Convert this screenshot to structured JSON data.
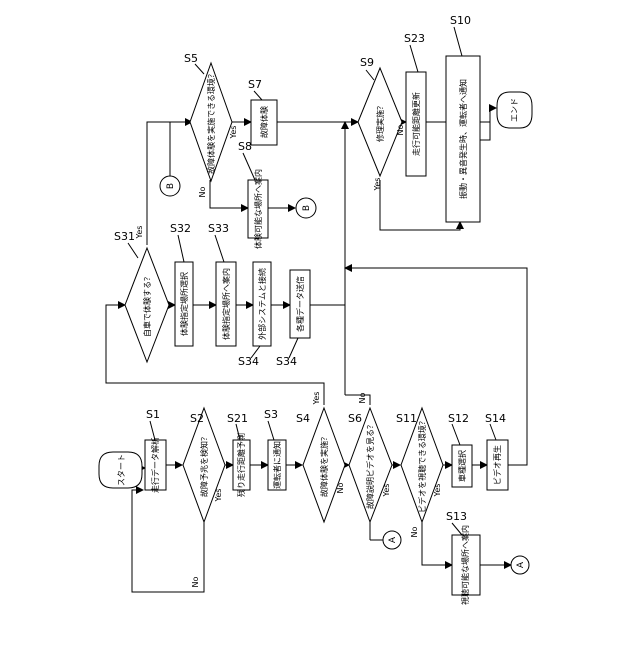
{
  "nodes": {
    "start": "スタート",
    "end": "エンド",
    "s1": "走行データ解析",
    "s2": "故障予兆を検知？",
    "s21": "残り走行距離予測",
    "s3": "運転者に通知",
    "s4": "故障体験を実施？",
    "s6": "故障説明ビデオを見る？",
    "s11": "ビデオを視聴できる環境？",
    "s12": "車種選択",
    "s13": "視聴可能な場所へ案内",
    "s14": "ビデオ再生",
    "s31": "自車で体験する？",
    "s32": "体験指定場所選択",
    "s33": "体験指定場所へ案内",
    "s34a": "外部システムと接続",
    "s34b": "各種データ送信",
    "s5": "故障体験を実施できる環境？",
    "s7": "故障体験",
    "s8": "体験可能な場所へ案内",
    "s9": "修理実施？",
    "s23": "走行可能距離更新",
    "s10": "振動・異音発生時、運転者へ通知"
  },
  "step_labels": {
    "s1": "S1",
    "s2": "S2",
    "s21": "S21",
    "s3": "S3",
    "s4": "S4",
    "s6": "S6",
    "s11": "S11",
    "s12": "S12",
    "s13": "S13",
    "s14": "S14",
    "s31": "S31",
    "s32": "S32",
    "s33": "S33",
    "s34a": "S34",
    "s34b": "S34",
    "s5": "S5",
    "s7": "S7",
    "s8": "S8",
    "s9": "S9",
    "s23": "S23",
    "s10": "S10"
  },
  "branch_labels": {
    "yes": "Yes",
    "no": "No"
  },
  "connectors": {
    "a": "A",
    "b": "B"
  }
}
